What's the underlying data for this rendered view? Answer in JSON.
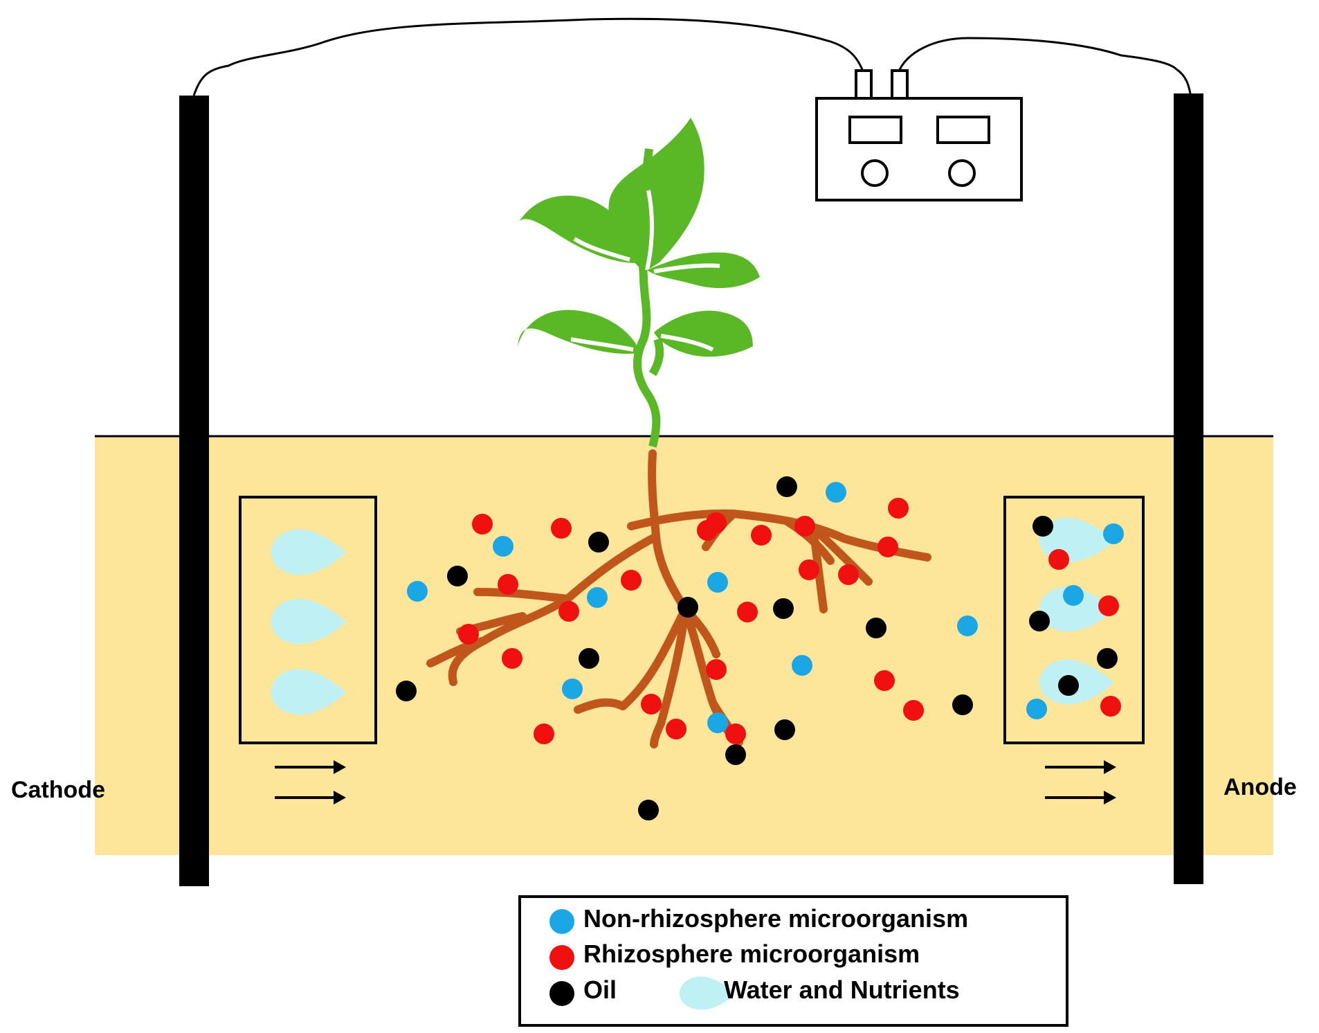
{
  "labels": {
    "cathode": "Cathode",
    "anode": "Anode"
  },
  "legend": {
    "non_rhizosphere": "Non-rhizosphere microorganism",
    "rhizosphere": "Rhizosphere microorganism",
    "oil": "Oil",
    "water_nutrients": "Water and Nutrients"
  },
  "colors": {
    "soil": "#fde59a",
    "leaf": "#5ab826",
    "root": "#c0561c",
    "non_rhizosphere": "#1ba7e6",
    "rhizosphere": "#f01010",
    "oil": "#000000",
    "water_nutrients": "#bff0f4"
  },
  "icons": [
    "power-supply-icon",
    "plant-icon",
    "root-system-icon",
    "flow-arrow-icon",
    "electrode-icon"
  ]
}
